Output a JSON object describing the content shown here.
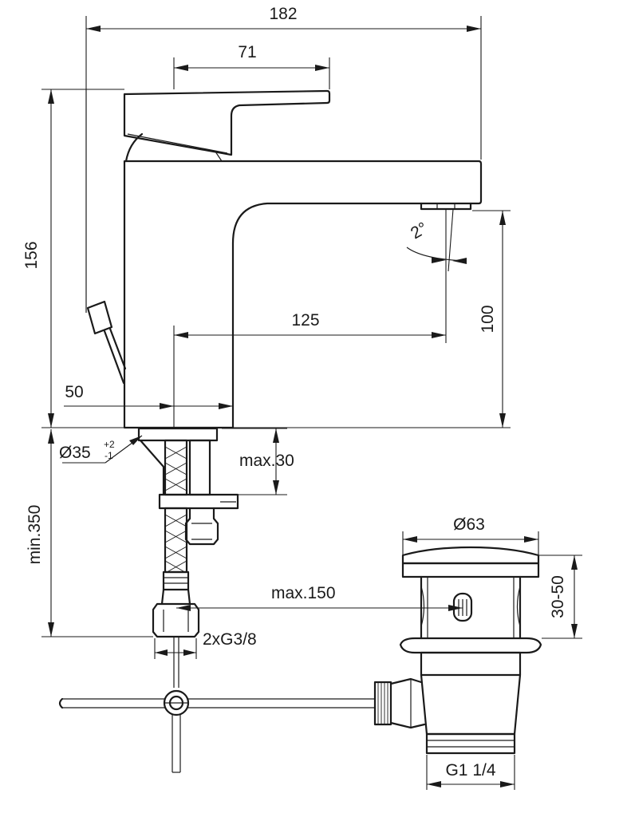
{
  "dimensions": {
    "overall_width": "182",
    "handle_length": "71",
    "overall_height": "156",
    "spout_reach": "125",
    "spout_height": "100",
    "handle_inset": "50",
    "spray_angle": "2°",
    "hole_diameter": "Ø35",
    "hole_tol_upper": "+2",
    "hole_tol_lower": "-1",
    "max_deck_thickness": "max.30",
    "min_hose_length": "min.350",
    "rod_reach": "max.150",
    "connections": "2xG3/8",
    "waste_cap_diameter": "Ø63",
    "waste_height_range": "30-50",
    "waste_thread": "G1 1/4"
  }
}
